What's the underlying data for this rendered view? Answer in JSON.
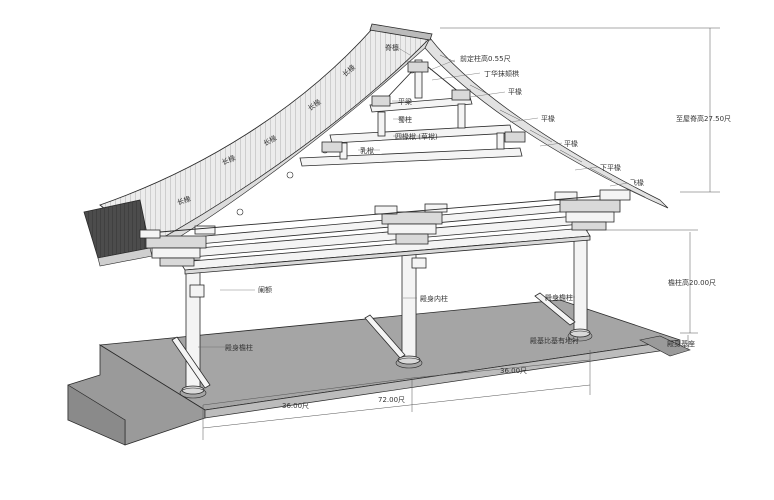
{
  "labels": {
    "ridge_purlin": "脊檩",
    "queen_post_height": "前定柱高0.55尺",
    "ding_hua_tuo_jiao": "丁华抹颏栱",
    "ping_liang": "平梁",
    "shu_zhu": "蜀柱",
    "si_chuan_fu": "四椽栿 (草栿)",
    "ru_fu": "乳栿",
    "ping_chuan_1": "平椽",
    "ping_chuan_2": "平椽",
    "ping_chuan_3": "平椽",
    "xia_ping_chuan": "下平椽",
    "fei_chuan_top": "飞椽",
    "chang_chuan_1": "长椽",
    "chang_chuan_2": "长椽",
    "chang_chuan_3": "长椽",
    "chang_chuan_4": "长椽",
    "lan_e": "阑额",
    "inner_column": "殿身内柱",
    "eave_column_right": "殿身檐柱",
    "eave_column_left": "殿身檐柱",
    "pedestal_note": "殿基比基有地衬",
    "total_height": "至屋脊高27.50尺",
    "column_height": "檐柱高20.00尺",
    "platform_height": "殿身基座",
    "span_right": "36.00尺",
    "span_total": "72.00尺",
    "span_left": "36.00尺"
  },
  "colors": {
    "line": "#2a2a2a",
    "ground": "#a8a8a8",
    "roof_tile": "#e6e6e6",
    "roof_dark": "#5a5a5a"
  }
}
